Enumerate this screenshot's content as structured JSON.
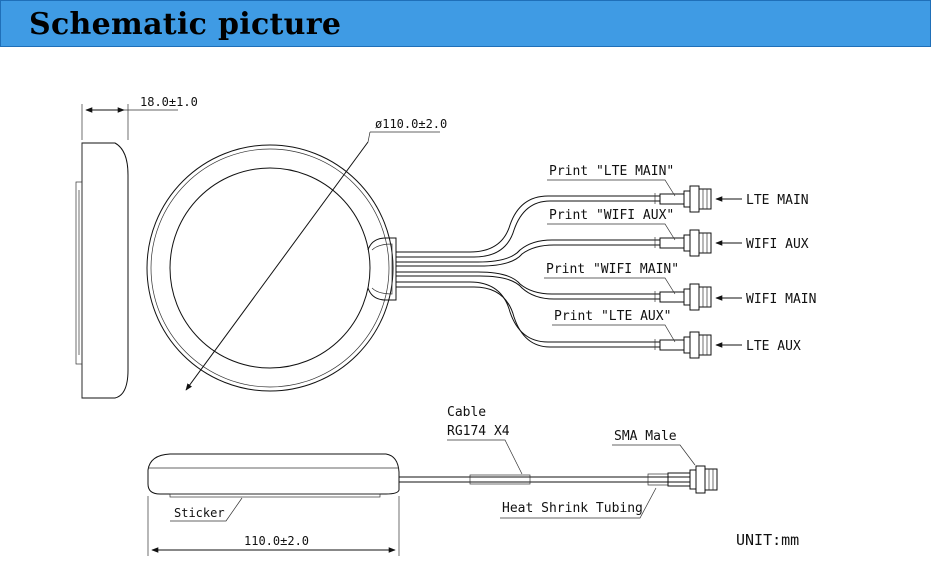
{
  "header": {
    "title": "Schematic picture"
  },
  "dimensions": {
    "thickness": "18.0±1.0",
    "diameter": "ø110.0±2.0",
    "width": "110.0±2.0",
    "unit": "UNIT:mm"
  },
  "cables": [
    {
      "print_label": "Print \"LTE MAIN\"",
      "connector_label": "LTE MAIN"
    },
    {
      "print_label": "Print \"WIFI AUX\"",
      "connector_label": "WIFI AUX"
    },
    {
      "print_label": "Print \"WIFI MAIN\"",
      "connector_label": "WIFI MAIN"
    },
    {
      "print_label": "Print \"LTE AUX\"",
      "connector_label": "LTE AUX"
    }
  ],
  "side_view": {
    "cable_label_line1": "Cable",
    "cable_label_line2": "RG174 X4",
    "connector_label": "SMA Male",
    "tubing_label": "Heat Shrink Tubing",
    "sticker_label": "Sticker"
  }
}
